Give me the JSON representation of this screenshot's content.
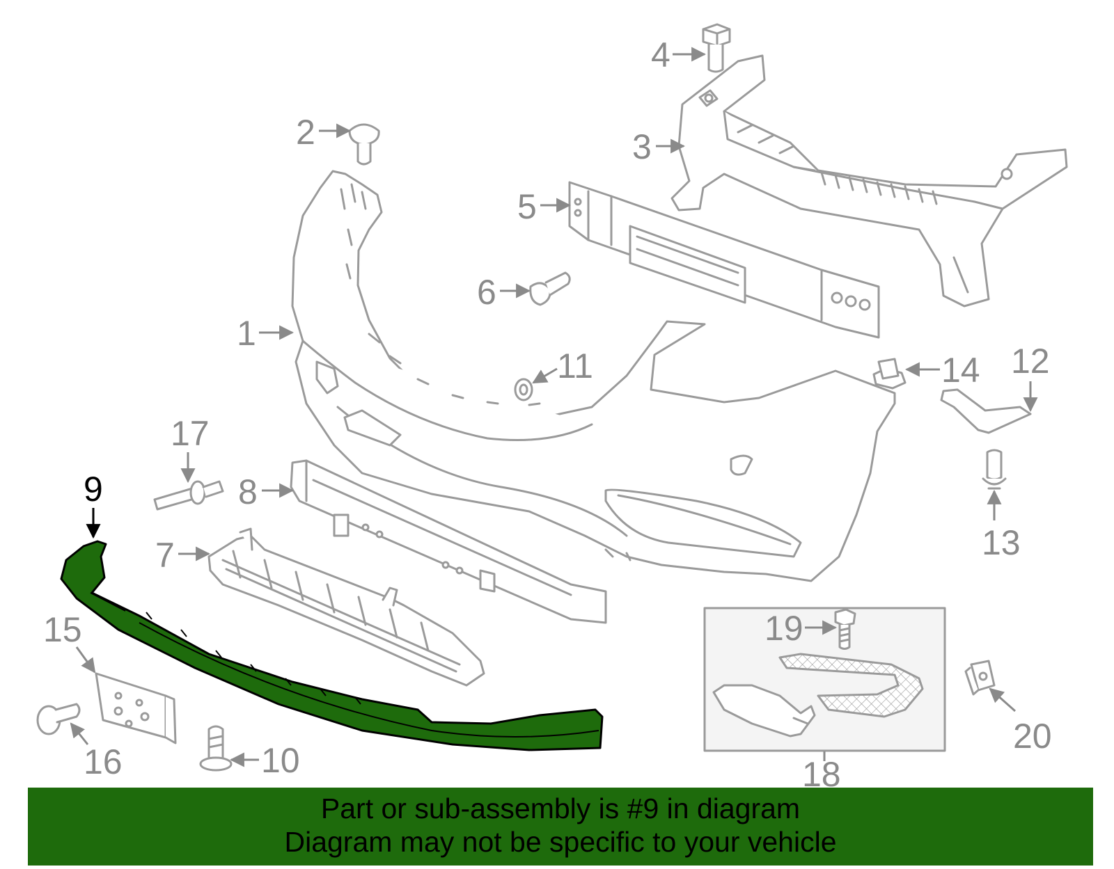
{
  "colors": {
    "highlight_part": "#1e6b0c",
    "banner_background": "#1e6b0c",
    "part_outline": "#9a9a9a",
    "callout_text": "#8a8a8a",
    "selected_callout_text": "#000000"
  },
  "diagram": {
    "selected_part": "9",
    "callouts": {
      "c1": "1",
      "c2": "2",
      "c3": "3",
      "c4": "4",
      "c5": "5",
      "c6": "6",
      "c7": "7",
      "c8": "8",
      "c9": "9",
      "c10": "10",
      "c11": "11",
      "c12": "12",
      "c13": "13",
      "c14": "14",
      "c15": "15",
      "c16": "16",
      "c17": "17",
      "c18": "18",
      "c19": "19",
      "c20": "20"
    }
  },
  "banner": {
    "line1": "Part or sub-assembly is #9 in diagram",
    "line2": "Diagram may not be specific to your vehicle"
  }
}
